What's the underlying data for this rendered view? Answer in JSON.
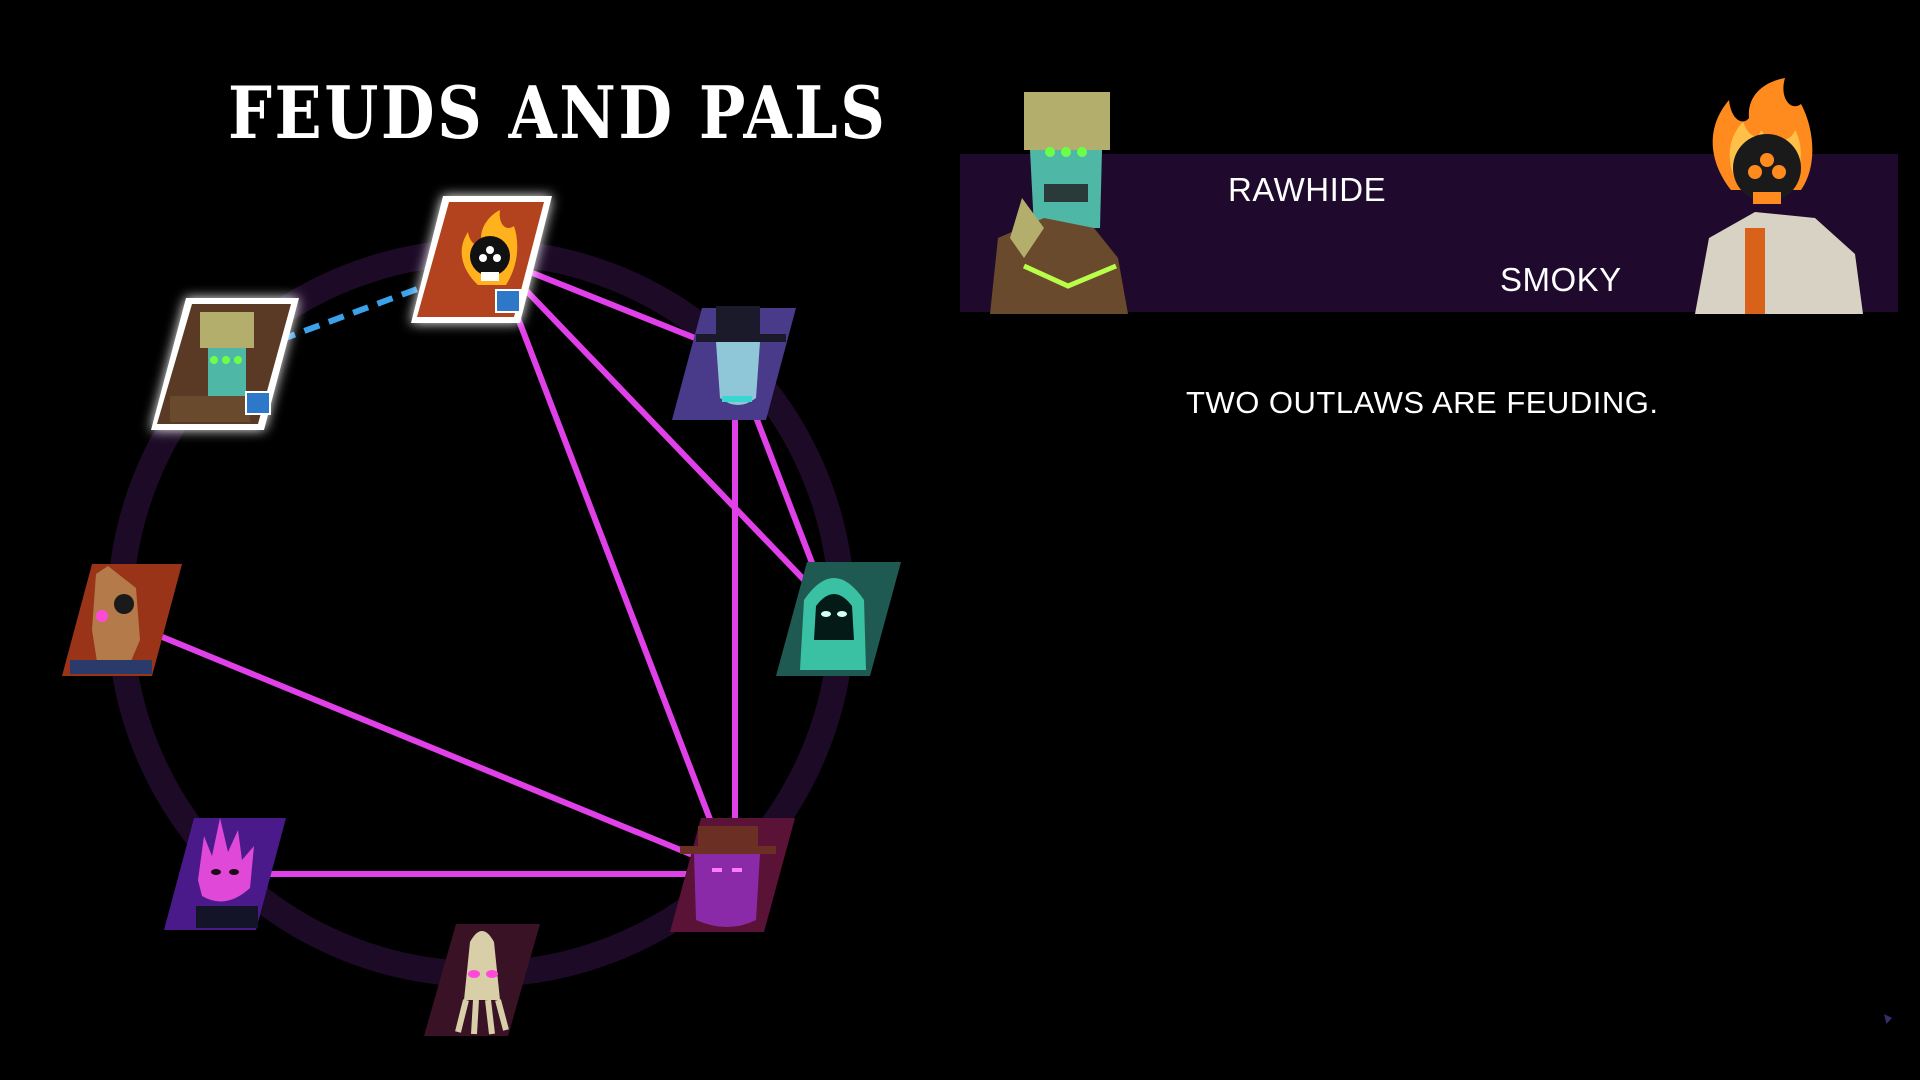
{
  "screen": {
    "title": "FEUDS AND PALS"
  },
  "event": {
    "outlaw_a": "RAWHIDE",
    "outlaw_b": "SMOKY",
    "description": "TWO OUTLAWS ARE FEUDING.",
    "banner_color": "#1f0a2e"
  },
  "relationship_graph": {
    "ring_color": "#1c0a26",
    "feud_line_color": "#e040e8",
    "pal_line_color": "#3ba1ea",
    "nodes": [
      {
        "id": "smoky",
        "icon": "flaming-skull-portrait",
        "selected": true
      },
      {
        "id": "rawhide",
        "icon": "robot-cowboy-portrait",
        "selected": true
      },
      {
        "id": "top-hat",
        "icon": "top-hat-ghost-portrait",
        "selected": false
      },
      {
        "id": "hooded",
        "icon": "hooded-glowing-eyes-portrait",
        "selected": false
      },
      {
        "id": "purple-hat",
        "icon": "purple-hat-outlaw-portrait",
        "selected": false
      },
      {
        "id": "tentacle",
        "icon": "tentacle-face-portrait",
        "selected": false
      },
      {
        "id": "spiky",
        "icon": "spiky-demon-portrait",
        "selected": false
      },
      {
        "id": "horse",
        "icon": "horse-head-portrait",
        "selected": false
      }
    ],
    "feuds": [
      [
        "smoky",
        "top-hat"
      ],
      [
        "smoky",
        "hooded"
      ],
      [
        "smoky",
        "purple-hat"
      ],
      [
        "top-hat",
        "hooded"
      ],
      [
        "top-hat",
        "purple-hat"
      ],
      [
        "horse",
        "purple-hat"
      ],
      [
        "spiky",
        "purple-hat"
      ]
    ],
    "pals": [
      [
        "rawhide",
        "smoky"
      ]
    ]
  }
}
